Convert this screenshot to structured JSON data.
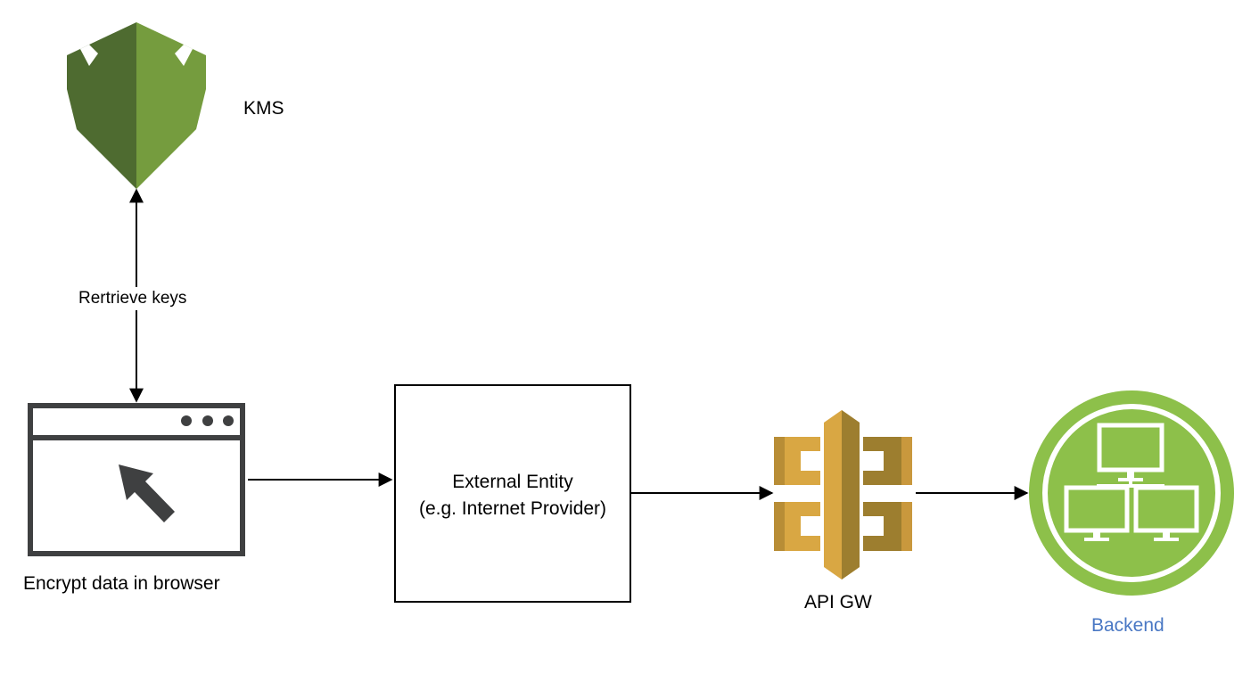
{
  "nodes": {
    "kms": {
      "label": "KMS",
      "icon": "kms-shield-icon"
    },
    "browser": {
      "label": "Encrypt data in browser",
      "icon": "browser-window-icon"
    },
    "external_entity": {
      "line1": "External Entity",
      "line2": "(e.g. Internet Provider)"
    },
    "api_gateway": {
      "label": "API GW",
      "icon": "api-gateway-icon"
    },
    "backend": {
      "label": "Backend",
      "icon": "network-computers-icon"
    }
  },
  "edges": {
    "browser_kms": {
      "label": "Rertrieve keys",
      "direction": "bidirectional"
    },
    "browser_entity": {
      "label": "",
      "direction": "forward"
    },
    "entity_api": {
      "label": "",
      "direction": "forward"
    },
    "api_backend": {
      "label": "",
      "direction": "forward"
    }
  },
  "colors": {
    "kms_dark": "#4e6b30",
    "kms_light": "#759c3e",
    "api_dark": "#9d7e2f",
    "api_light": "#d9a743",
    "backend_green": "#8dc04a",
    "browser_gray": "#3f4041",
    "backend_label": "#4a78c4"
  }
}
